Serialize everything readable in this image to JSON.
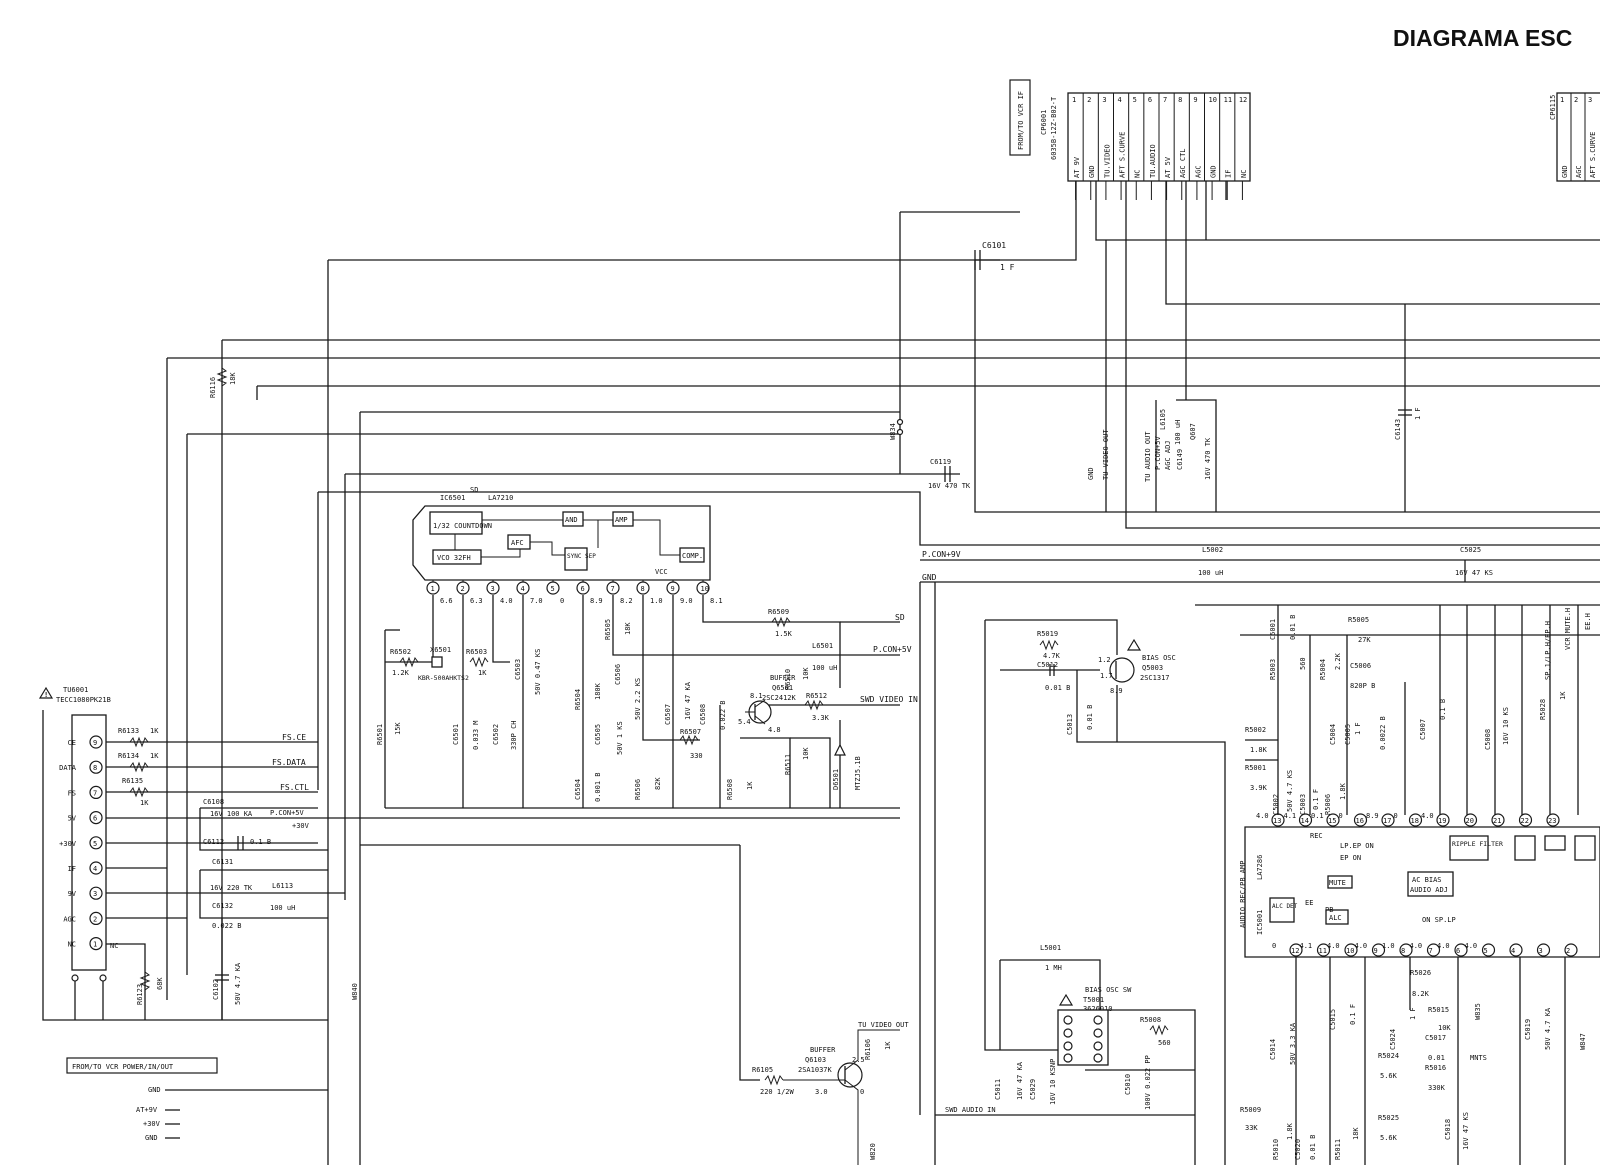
{
  "title": "DIAGRAMA ESC",
  "sections": {
    "vcr_if": "FROM/TO VCR IF",
    "vcr_power": "FROM/TO VCR POWER/IN/OUT"
  },
  "connectors": {
    "cp6001": {
      "ref": "CP6001",
      "part": "6035B-12Z-B02-T",
      "pins": [
        {
          "n": "1",
          "label": "AT 9V"
        },
        {
          "n": "2",
          "label": "GND"
        },
        {
          "n": "3",
          "label": "TU.VIDEO"
        },
        {
          "n": "4",
          "label": "AFT S.CURVE"
        },
        {
          "n": "5",
          "label": "NC"
        },
        {
          "n": "6",
          "label": "TU.AUDIO"
        },
        {
          "n": "7",
          "label": "AT 5V"
        },
        {
          "n": "8",
          "label": "AGC CTL"
        },
        {
          "n": "9",
          "label": "AGC"
        },
        {
          "n": "10",
          "label": "GND"
        },
        {
          "n": "11",
          "label": "IF"
        },
        {
          "n": "12",
          "label": "NC"
        }
      ]
    },
    "cp6115": {
      "ref": "CP6115",
      "pins": [
        {
          "n": "1",
          "label": "GND"
        },
        {
          "n": "2",
          "label": "AGC"
        },
        {
          "n": "3",
          "label": "AFT S.CURVE"
        }
      ]
    }
  },
  "tuner": {
    "ref": "TU6001",
    "part": "TECC1080PK21B",
    "pins": [
      {
        "n": "9",
        "label": "CE"
      },
      {
        "n": "8",
        "label": "DATA"
      },
      {
        "n": "7",
        "label": "FS"
      },
      {
        "n": "6",
        "label": "5V"
      },
      {
        "n": "5",
        "label": "+30V"
      },
      {
        "n": "4",
        "label": "IF"
      },
      {
        "n": "3",
        "label": "9V"
      },
      {
        "n": "2",
        "label": "AGC"
      },
      {
        "n": "1",
        "label": "NC"
      }
    ],
    "nc_label": "NC"
  },
  "ic6501": {
    "ref": "IC6501",
    "part": "LA7210",
    "sd": "SD",
    "blocks": {
      "countdown": "1/32 COUNTDOWN",
      "and": "AND",
      "amp": "AMP",
      "afc": "AFC",
      "sync_sep": "SYNC SEP",
      "vco": "VCO 32FH",
      "comp": "COMP.",
      "vcc": "VCC"
    },
    "pins": [
      "1",
      "2",
      "3",
      "4",
      "5",
      "6",
      "7",
      "8",
      "9",
      "10"
    ],
    "voltages": [
      "6.6",
      "6.3",
      "4.0",
      "7.0",
      "0",
      "8.9",
      "8.2",
      "1.0",
      "9.0",
      "8.1"
    ]
  },
  "ic5001": {
    "ref": "IC5001",
    "part": "LA7286",
    "desc": "AUDIO REC/PB AMP",
    "blocks": {
      "rec": "REC",
      "lp_ep": "LP.EP ON",
      "ep_on": "EP ON",
      "pb": "PB",
      "mute": "MUTE",
      "alc": "ALC",
      "alc_det": "ALC DET",
      "ac_bias": "AC BIAS",
      "audio_adj": "AUDIO ADJ",
      "ripple_filter": "RIPPLE FILTER",
      "ee": "EE",
      "on_splp": "ON SP.LP"
    },
    "top_pins": [
      "13",
      "14",
      "15",
      "16",
      "17",
      "18",
      "19",
      "20",
      "21",
      "22",
      "23"
    ],
    "top_volts": [
      "4.0",
      "4.1",
      "0.1",
      "0",
      "8.9",
      "0",
      "4.0"
    ],
    "bottom_pins": [
      "12",
      "11",
      "10",
      "9",
      "8",
      "7",
      "6",
      "5",
      "4",
      "3",
      "2"
    ],
    "bottom_volts": [
      "0",
      "4.1",
      "4.0",
      "4.0",
      "1.0",
      "4.0",
      "4.0",
      "4.0"
    ]
  },
  "transistors": {
    "q6501": {
      "ref": "Q6501",
      "part": "2SC2412K",
      "role": "BUFFER",
      "v": [
        "8.1",
        "5.4",
        "4.8"
      ]
    },
    "q5003": {
      "ref": "Q5003",
      "part": "2SC1317",
      "role": "BIAS OSC",
      "v": [
        "1.2",
        "1.7",
        "8.9"
      ]
    },
    "q6103": {
      "ref": "Q6103",
      "part": "2SA1037K",
      "role": "BUFFER",
      "v": [
        "2.5",
        "3.0",
        "0"
      ]
    }
  },
  "parts": {
    "r6116": [
      "R6116",
      "18K"
    ],
    "r6133": [
      "R6133",
      "1K"
    ],
    "r6134": [
      "R6134",
      "1K"
    ],
    "r6135": [
      "R6135",
      "1K"
    ],
    "r6123": [
      "R6123",
      "68K"
    ],
    "r6501": [
      "R6501",
      "15K"
    ],
    "r6502": [
      "R6502",
      "1.2K"
    ],
    "r6503": [
      "R6503",
      "1K"
    ],
    "r6504": [
      "R6504",
      "180K"
    ],
    "r6505": [
      "R6505",
      "18K"
    ],
    "r6506": [
      "R6506",
      "82K"
    ],
    "r6507": [
      "R6507",
      "330"
    ],
    "r6508": [
      "R6508",
      "1K"
    ],
    "r6509": [
      "R6509",
      "1.5K"
    ],
    "r6510": [
      "R6510",
      "10K"
    ],
    "r6511": [
      "R6511",
      "10K"
    ],
    "r6512": [
      "R6512",
      "3.3K"
    ],
    "r6105": [
      "R6105",
      "220 1/2W"
    ],
    "r6106": [
      "R6106",
      "1K"
    ],
    "r5019": [
      "R5019",
      "4.7K"
    ],
    "r5008": [
      "R5008",
      "560"
    ],
    "r5009": [
      "R5009",
      "33K"
    ],
    "r5002": [
      "R5002",
      "1.8K"
    ],
    "r5001": [
      "R5001",
      "3.9K"
    ],
    "r5003": [
      "R5003",
      "560"
    ],
    "r5004": [
      "R5004",
      "2.2K"
    ],
    "r5005": [
      "R5005",
      "27K"
    ],
    "r5006": [
      "R5006",
      "1.8K"
    ],
    "r5026": [
      "R5026",
      "8.2K"
    ],
    "r5015": [
      "R5015",
      "10K"
    ],
    "r5016": [
      "R5016",
      "330K"
    ],
    "r5024": [
      "R5024",
      "5.6K"
    ],
    "r5025": [
      "R5025",
      "5.6K"
    ],
    "r5010": [
      "R5010",
      "1.8K"
    ],
    "r5011": [
      "R5011",
      "18K"
    ],
    "r5028": [
      "R5028",
      "1K"
    ],
    "c6101": [
      "C6101",
      "1 F"
    ],
    "c6119": [
      "C6119",
      "16V 470 TK"
    ],
    "c6143": [
      "C6143",
      "1 F"
    ],
    "c6149": [
      "C6149",
      "16V 470 TK"
    ],
    "c6108": [
      "C6108",
      "16V 100 KA"
    ],
    "c6112": [
      "C6112",
      "0.1 B"
    ],
    "c6131": [
      "C6131",
      "16V 220 TK"
    ],
    "c6132": [
      "C6132",
      "0.022 B"
    ],
    "c6102": [
      "C6102",
      "50V 4.7 KA"
    ],
    "c6501": [
      "C6501",
      "0.033 M"
    ],
    "c6502": [
      "C6502",
      "330P CH"
    ],
    "c6503": [
      "C6503",
      "50V 0.47 KS"
    ],
    "c6504": [
      "C6504",
      "0.001 B"
    ],
    "c6505": [
      "C6505",
      "50V 1 KS"
    ],
    "c6506": [
      "C6506",
      "50V 2.2 KS"
    ],
    "c6507": [
      "C6507",
      "16V 47 KA"
    ],
    "c6508": [
      "C6508",
      "0.022 B"
    ],
    "c5012": [
      "C5012",
      "0.01 B"
    ],
    "c5013": [
      "C5013",
      "0.01 B"
    ],
    "c5011": [
      "C5011",
      "16V 47 KA"
    ],
    "c5029": [
      "C5029",
      "16V 10 KSNP"
    ],
    "c5010": [
      "C5010",
      "100V 0.022 PP"
    ],
    "c5001": [
      "C5001",
      "0.01 B"
    ],
    "c5002": [
      "C5002",
      "50V 4.7 KS"
    ],
    "c5003": [
      "C5003",
      "0.1 F"
    ],
    "c5004": [
      "C5004",
      "1 F"
    ],
    "c5005": [
      "C5005",
      "0.0022 B"
    ],
    "c5006": [
      "C5006",
      "820P B"
    ],
    "c5007": [
      "C5007",
      "0.1 B"
    ],
    "c5008": [
      "C5008",
      "16V 10 KS"
    ],
    "c5025": [
      "C5025",
      "16V 47 KS"
    ],
    "c5014": [
      "C5014",
      "50V 3.3 KA"
    ],
    "c5015": [
      "C5015",
      "0.1 F"
    ],
    "c5024": [
      "C5024",
      "1 F"
    ],
    "c5017": [
      "C5017",
      "0.01"
    ],
    "c5018": [
      "C5018",
      "16V 47 KS"
    ],
    "c5019": [
      "C5019",
      "50V 4.7 KA"
    ],
    "c5020": [
      "C5020",
      "0.01 B"
    ],
    "l6113": [
      "L6113",
      "100 uH"
    ],
    "l6501": [
      "L6501",
      "100 uH"
    ],
    "l5002": [
      "L5002",
      "100 uH"
    ],
    "l5001": [
      "L5001",
      "1 MH"
    ],
    "l6105": [
      "L6105",
      "100 uH"
    ],
    "x6501": [
      "X6501",
      "KBR-500AHKTS2"
    ],
    "d6501": [
      "D6501",
      "MTZJ5.1B"
    ],
    "t5001": [
      "T5001",
      "3626010"
    ],
    "t5001_role": "BIAS OSC SW",
    "w834": "W834",
    "w840": "W840",
    "w820": "W820",
    "w835": "W835",
    "w847": "W847",
    "mnts": "MNTS"
  },
  "nets": {
    "fs_ce": "FS.CE",
    "fs_data": "FS.DATA",
    "fs_ctl": "FS.CTL",
    "pcon5v_a": "P.CON+5V",
    "plus30v": "+30V",
    "sd": "SD",
    "pcon5v": "P.CON+5V",
    "pcon9v": "P.CON+9V",
    "gnd": "GND",
    "swd_video_in": "SWD VIDEO IN",
    "tu_video_out": "TU VIDEO OUT",
    "swd_audio_in": "SWD AUDIO IN",
    "gnd_v": "GND",
    "tu_video_out_v": "TU VIDEO OUT",
    "tu_audio_out": "TU AUDIO OUT",
    "pcon5v_v": "P.CON+5V",
    "agc_adj": "AGC ADJ",
    "q607": "Q607",
    "sp_lp": "SP.1/LP.H/EP.H",
    "vcr_mute": "VCR MUTE.H",
    "ee_h": "EE.H"
  },
  "power_pins": [
    "GND",
    "AT+9V",
    "+30V",
    "GND"
  ]
}
